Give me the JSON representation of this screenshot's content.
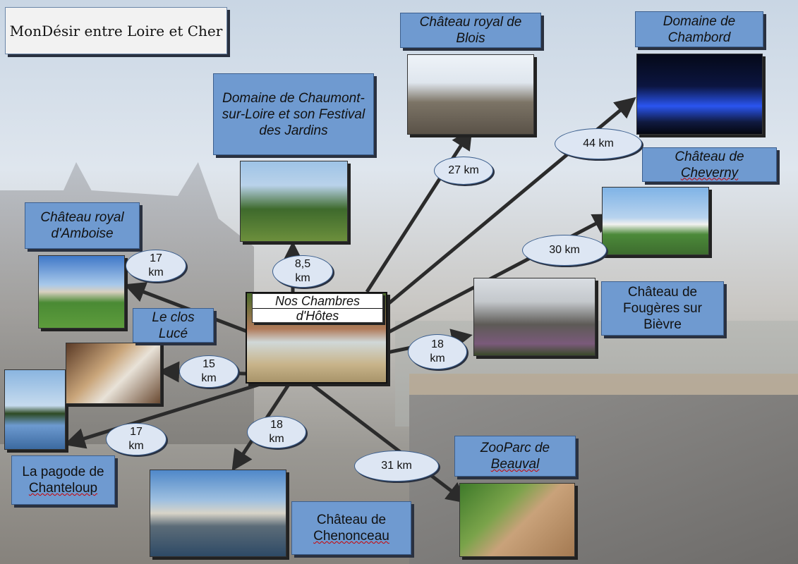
{
  "title": "MonDésir entre Loire et Cher",
  "center": {
    "line1": "Nos Chambres",
    "line2": "d'Hôtes"
  },
  "places": {
    "chaumont": "Domaine de Chaumont-sur-Loire et son Festival des Jardins",
    "blois": "Château royal de Blois",
    "chambord": "Domaine de Chambord",
    "cheverny_a": "Château de",
    "cheverny_b": "Cheverny",
    "fougeres": "Château de Fougères sur Bièvre",
    "zooparc_a": "ZooParc de",
    "zooparc_b": "Beauval",
    "chenonceau_a": "Château de",
    "chenonceau_b": "Chenonceau",
    "pagode_a": "La pagode de",
    "pagode_b": "Chanteloup",
    "closluce": "Le clos Lucé",
    "amboise": "Château royal d'Amboise"
  },
  "distances": {
    "amboise": "17 km",
    "chaumont": "8,5 km",
    "blois": "27 km",
    "chambord": "44 km",
    "cheverny": "30 km",
    "fougeres": "18 km",
    "closluce": "15 km",
    "chenonceau": "18 km",
    "pagode": "17 km",
    "zooparc": "31 km"
  }
}
